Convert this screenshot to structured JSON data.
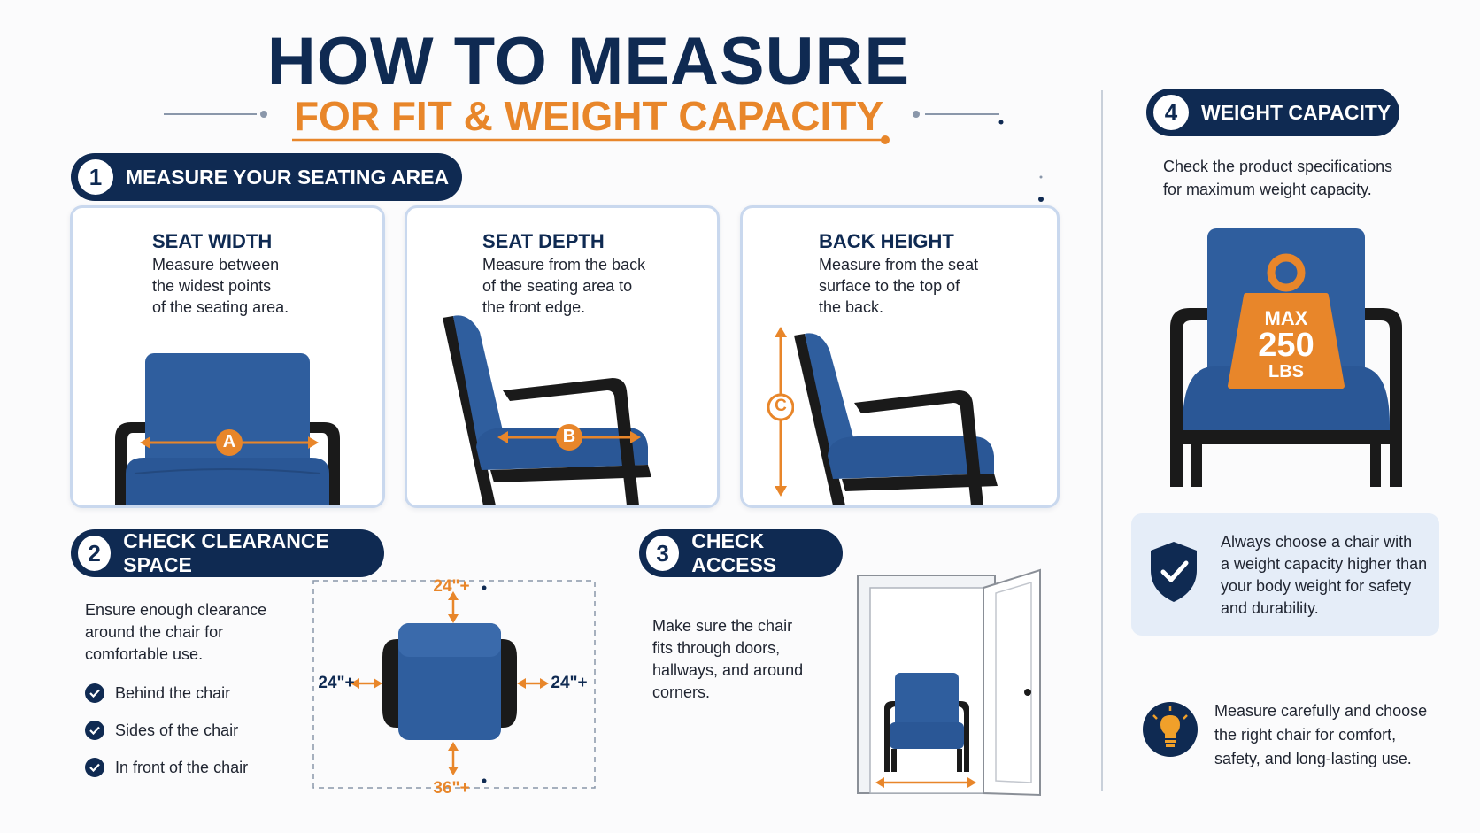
{
  "header": {
    "title": "HOW TO MEASURE",
    "subtitle": "FOR FIT & WEIGHT CAPACITY"
  },
  "section1": {
    "number": "1",
    "label": "MEASURE YOUR SEATING AREA",
    "cards": [
      {
        "title": "SEAT WIDTH",
        "desc1": "Measure between",
        "desc2": "the widest points",
        "desc3": "of the seating area.",
        "marker": "A"
      },
      {
        "title": "SEAT DEPTH",
        "desc1": "Measure from the back",
        "desc2": "of the seating area to",
        "desc3": "the front edge.",
        "marker": "B"
      },
      {
        "title": "BACK HEIGHT",
        "desc1": "Measure from the seat",
        "desc2": "surface to the top of",
        "desc3": "the back.",
        "marker": "C"
      }
    ]
  },
  "section2": {
    "number": "2",
    "label": "CHECK CLEARANCE SPACE",
    "desc1": "Ensure enough clearance",
    "desc2": "around the chair for",
    "desc3": "comfortable use.",
    "items": [
      "Behind the chair",
      "Sides of the chair",
      "In front of the chair"
    ],
    "dims": {
      "top": "24\"+",
      "left": "24\"+",
      "right": "24\"+",
      "bottom": "36\"+"
    }
  },
  "section3": {
    "number": "3",
    "label": "CHECK ACCESS",
    "desc1": "Make sure the chair",
    "desc2": "fits through doors,",
    "desc3": "hallways, and around",
    "desc4": "corners."
  },
  "section4": {
    "number": "4",
    "label": "WEIGHT CAPACITY",
    "desc1": "Check the product specifications",
    "desc2": "for maximum weight capacity.",
    "weight": {
      "max": "MAX",
      "value": "250",
      "unit": "LBS"
    },
    "note1": "Always choose a chair with",
    "note2": "a weight capacity higher than",
    "note3": "your body weight for safety",
    "note4": "and durability.",
    "tip1": "Measure carefully and choose",
    "tip2": "the right chair for comfort,",
    "tip3": "safety, and long-lasting use."
  },
  "colors": {
    "navy": "#0f2a52",
    "orange": "#e8862a",
    "chair_blue": "#2f5e9e",
    "frame": "#1a1a1a"
  }
}
